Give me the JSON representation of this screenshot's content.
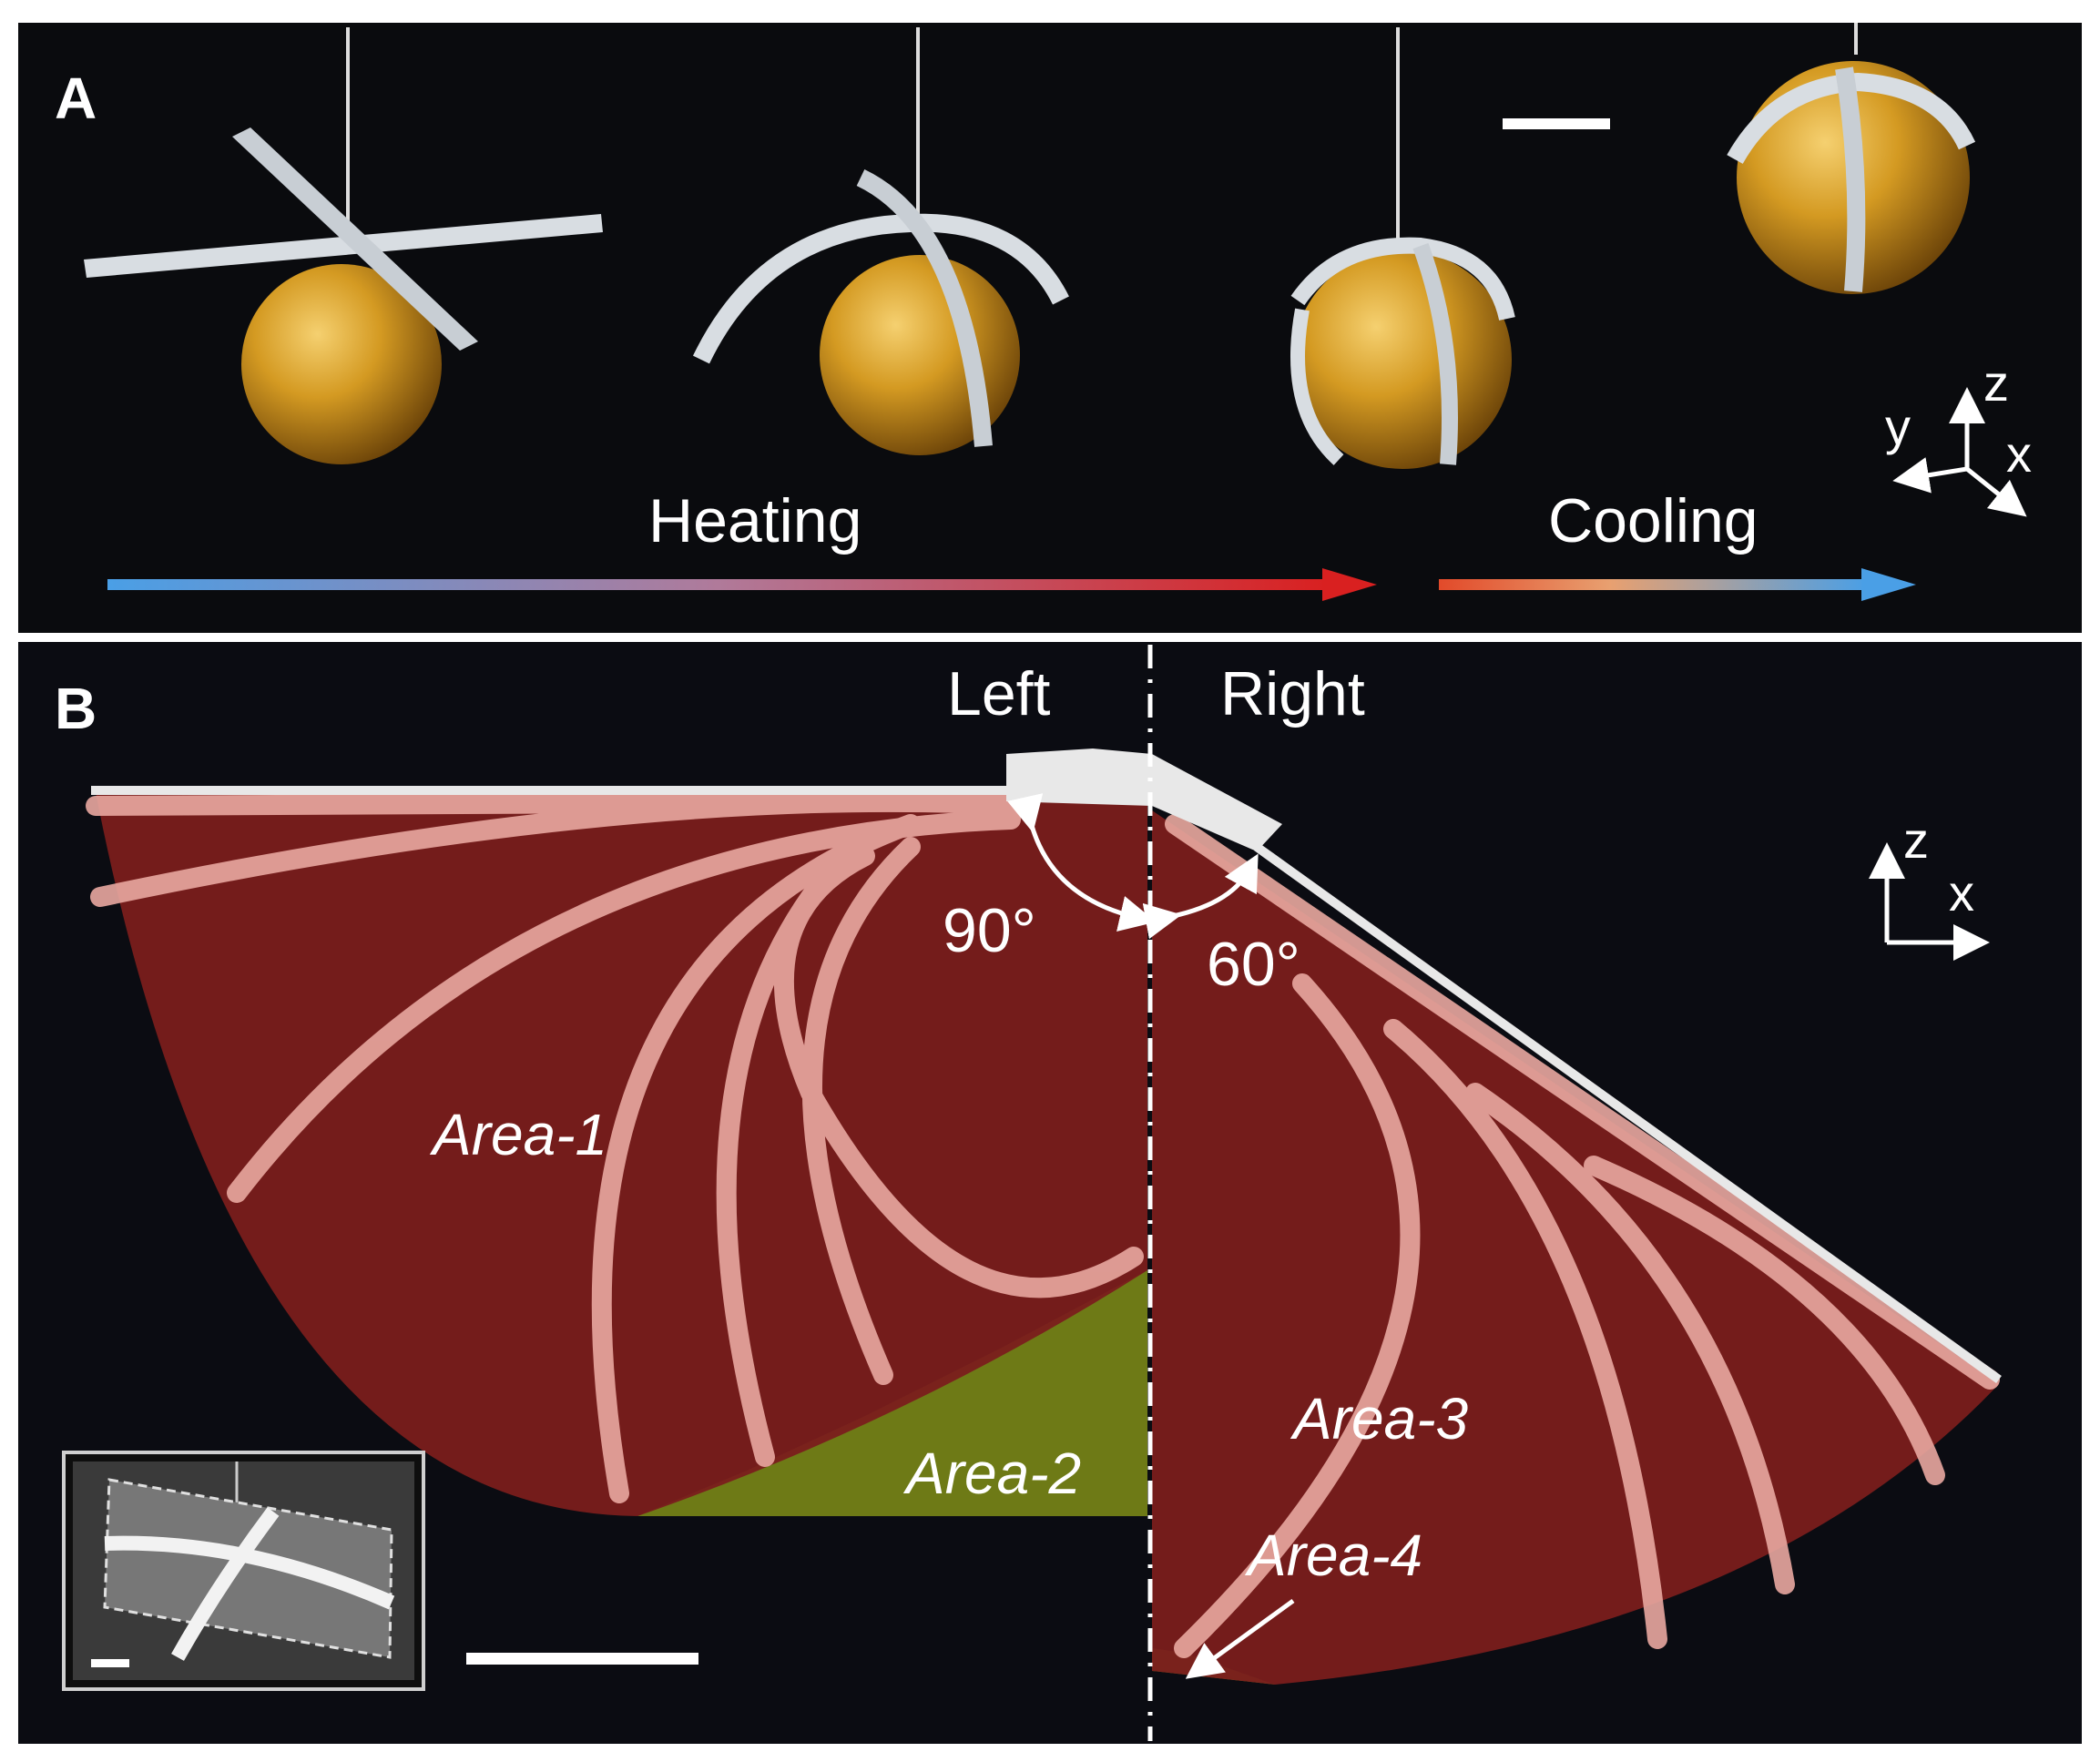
{
  "panel_a": {
    "letter": "A",
    "heating_label": "Heating",
    "cooling_label": "Cooling",
    "axes": {
      "z": "z",
      "y": "y",
      "x": "x"
    }
  },
  "panel_b": {
    "letter": "B",
    "left_label": "Left",
    "right_label": "Right",
    "angle_left": "90°",
    "angle_right": "60°",
    "area_1": "Area-1",
    "area_2": "Area-2",
    "area_3": "Area-3",
    "area_4": "Area-4",
    "axes": {
      "z": "z",
      "x": "x"
    }
  },
  "colors": {
    "background": "#0a0b0e",
    "sweep_fill": "#7a1e1c",
    "strip_pink": "#e9a8a0",
    "sphere_gold": "#d49a22",
    "area_green": "#6e7a16",
    "heat_start": "#4a9fe6",
    "heat_end": "#d92020"
  }
}
